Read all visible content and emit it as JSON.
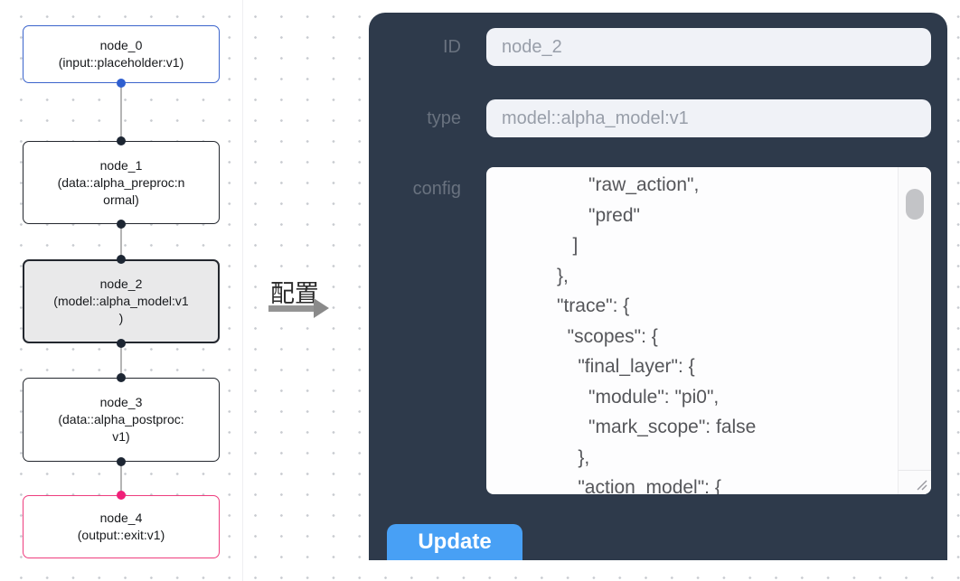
{
  "flow": {
    "nodes": [
      {
        "lines": [
          "node_0",
          "(input::placeholder:v1)"
        ]
      },
      {
        "lines": [
          "node_1",
          "(data::alpha_preproc:n",
          "ormal)"
        ]
      },
      {
        "lines": [
          "node_2",
          "(model::alpha_model:v1",
          ")"
        ]
      },
      {
        "lines": [
          "node_3",
          "(data::alpha_postproc:",
          "v1)"
        ]
      },
      {
        "lines": [
          "node_4",
          "(output::exit:v1)"
        ]
      }
    ]
  },
  "transfer": {
    "label": "配置"
  },
  "panel": {
    "id_label": "ID",
    "id_value": "node_2",
    "type_label": "type",
    "type_value": "model::alpha_model:v1",
    "config_label": "config",
    "config_lines": [
      "                  \"raw_action\",",
      "                  \"pred\"",
      "               ]",
      "            },",
      "            \"trace\": {",
      "              \"scopes\": {",
      "                \"final_layer\": {",
      "                  \"module\": \"pi0\",",
      "                  \"mark_scope\": false",
      "                },",
      "                \"action_model\": {"
    ],
    "update_label": "Update"
  },
  "colors": {
    "panel_bg": "#2e3a4b",
    "accent_blue": "#48a0f5",
    "input_node_border": "#3b64cc",
    "output_node_border": "#ee3d7e",
    "selected_node_bg": "#e9e9ea"
  }
}
